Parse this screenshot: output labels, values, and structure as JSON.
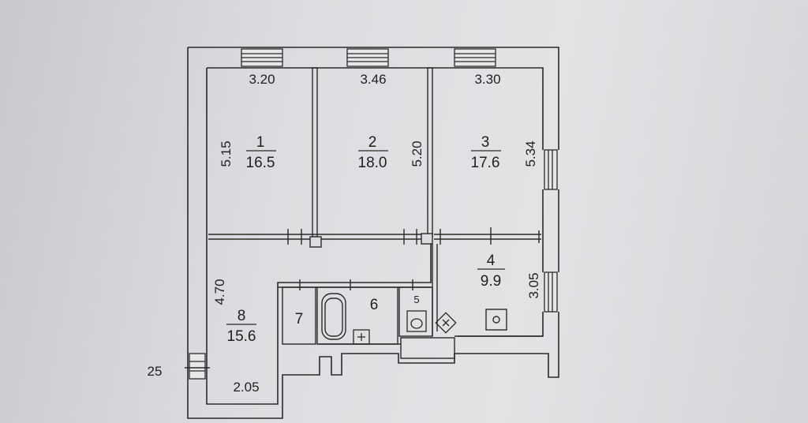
{
  "plan": {
    "dimensions": {
      "room1_width": "3.20",
      "room2_width": "3.46",
      "room3_width": "3.30",
      "room1_depth": "5.15",
      "room2_depth": "5.20",
      "room3_depth": "5.34",
      "kitchen_depth": "3.05",
      "hall_depth": "4.70",
      "hall_width": "2.05"
    },
    "rooms": [
      {
        "number": "1",
        "area": "16.5"
      },
      {
        "number": "2",
        "area": "18.0"
      },
      {
        "number": "3",
        "area": "17.6"
      },
      {
        "number": "4",
        "area": "9.9"
      },
      {
        "number": "5",
        "area": ""
      },
      {
        "number": "6",
        "area": ""
      },
      {
        "number": "7",
        "area": ""
      },
      {
        "number": "8",
        "area": "15.6"
      }
    ],
    "entrance_marker": "25"
  },
  "colors": {
    "paper": "#dcdde0",
    "ink": "#2a2a2a",
    "wall_fill": "#e6e7e9"
  }
}
